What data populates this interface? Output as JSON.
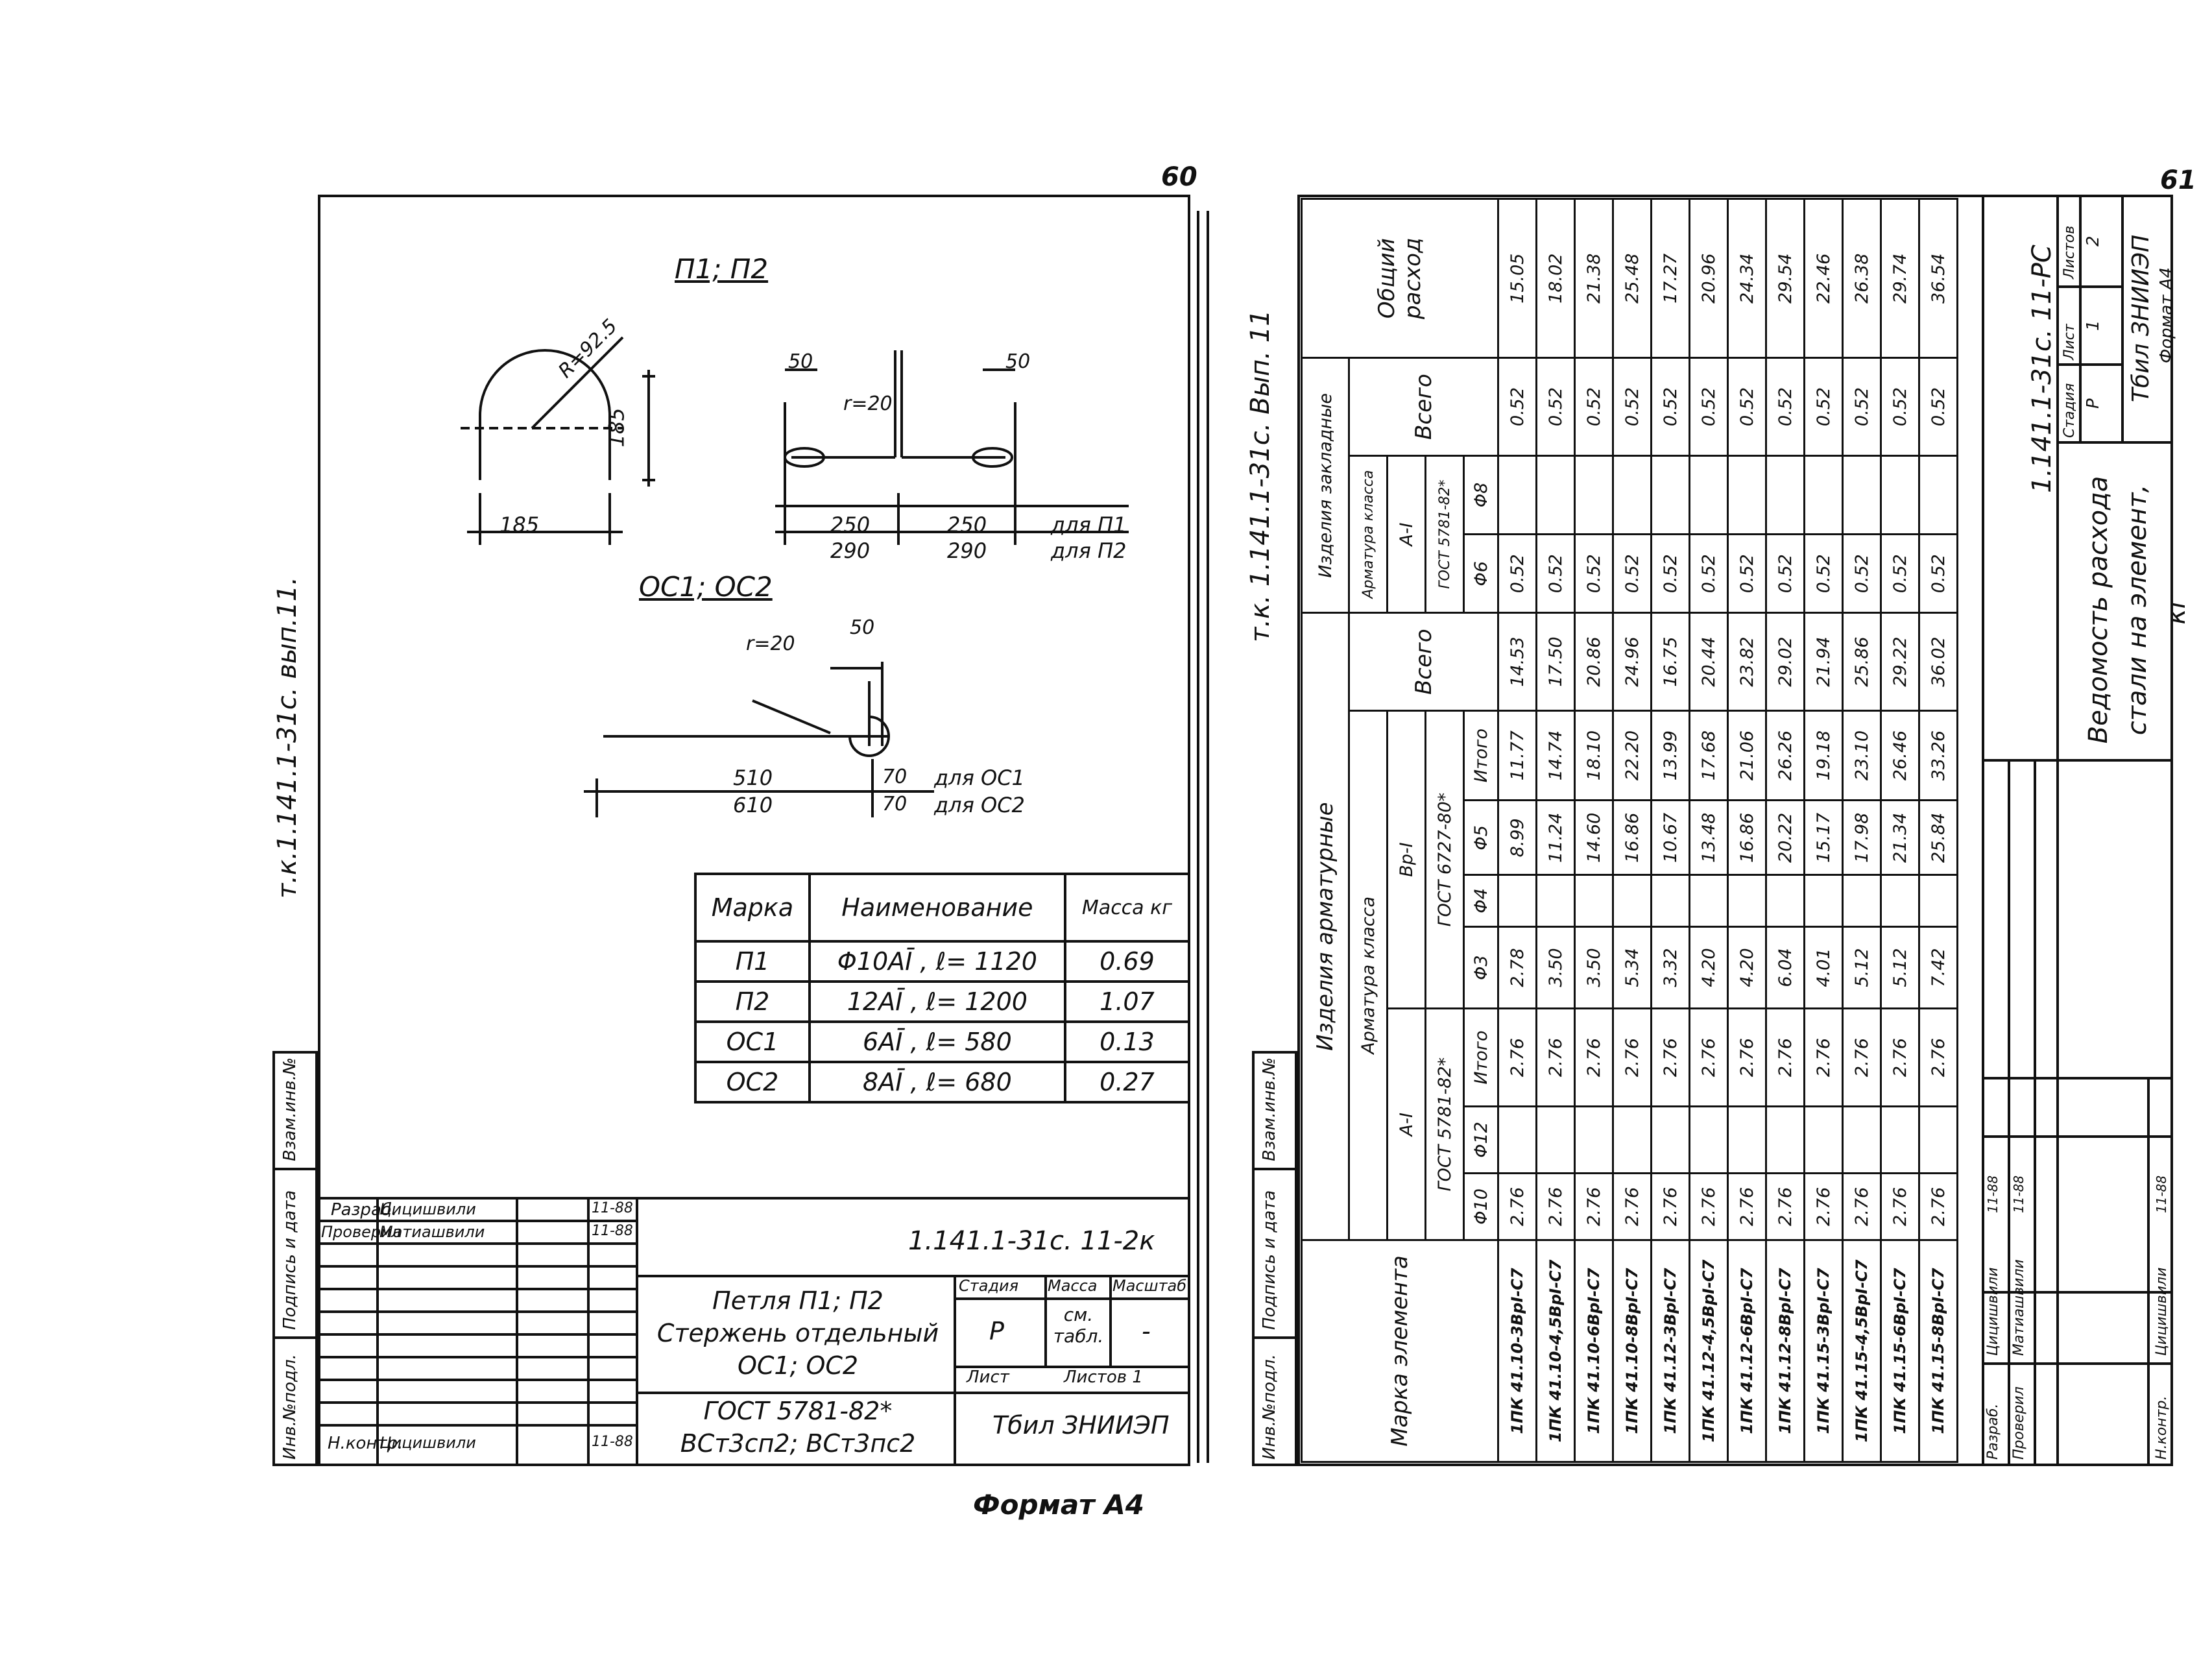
{
  "page_numbers": {
    "left": "60",
    "right": "61"
  },
  "left_sheet": {
    "side_label": "т.к.1.141.1-31с. вып.11.",
    "drawing_p": {
      "title": "П1; П2",
      "radius": "R=92.5",
      "dim_185_v": "185",
      "dim_185_h": "185",
      "dim_50_a": "50",
      "dim_50_b": "50",
      "r20": "r=20",
      "dim_250_a": "250",
      "dim_250_b": "250",
      "dim_290_a": "290",
      "dim_290_b": "290",
      "for_p1": "для П1",
      "for_p2": "для П2"
    },
    "drawing_os": {
      "title": "ОС1; ОС2",
      "r20": "r=20",
      "dim_50": "50",
      "dim_510": "510",
      "dim_610": "610",
      "dim_70_a": "70",
      "dim_70_b": "70",
      "for_os1": "для ОС1",
      "for_os2": "для ОС2"
    },
    "spec_table": {
      "headers": [
        "Марка",
        "Наименование",
        "Масса кг"
      ],
      "rows": [
        {
          "mark": "П1",
          "name": "Φ10AĪ , ℓ= 1120",
          "mass": "0.69"
        },
        {
          "mark": "П2",
          "name": "12AĪ , ℓ= 1200",
          "mass": "1.07"
        },
        {
          "mark": "ОС1",
          "name": "6AĪ , ℓ= 580",
          "mass": "0.13"
        },
        {
          "mark": "ОС2",
          "name": "8AĪ , ℓ= 680",
          "mass": "0.27"
        }
      ]
    },
    "side_stamp": [
      "Инв.№подл.",
      "Подпись и дата",
      "Взам.инв.№"
    ],
    "title_block": {
      "code": "1.141.1-31с. 11-2к",
      "roles": [
        {
          "role": "Разраб.",
          "name": "Цицишвили",
          "date": "11-88"
        },
        {
          "role": "Проверил",
          "name": "Матиашвили",
          "date": "11-88"
        },
        {
          "role": "Н.контр.",
          "name": "Цицишвили",
          "date": "11-88"
        }
      ],
      "item_title": "Петля П1; П2 Стержень отдельный ОС1; ОС2",
      "gost": "ГОСТ 5781-82* ВСт3сп2; ВСт3пс2",
      "stage_header": "Стадия",
      "mass_header": "Масса",
      "scale_header": "Масштаб",
      "stage": "Р",
      "mass": "см. табл.",
      "scale": "-",
      "sheet_label": "Лист",
      "sheets_label": "Листов 1",
      "org": "Тбил ЗНИИЭП"
    },
    "format": "Формат А4"
  },
  "right_sheet": {
    "side_label": "т.к. 1.141.1-31с. Вып. 11",
    "table": {
      "h_mark": "Марка элемента",
      "h_products": "Изделия арматурные",
      "h_rebar_class": "Арматура класса",
      "h_ai": "A-I",
      "h_gost5781": "ГОСТ 5781-82*",
      "h_bpi": "Вр-I",
      "h_gost6727": "ГОСТ 6727-80*",
      "h_all": "Всего",
      "h_embedded": "Изделия закладные",
      "h_rebar_class2": "Арматура класса",
      "h_ai2": "A-I",
      "h_gost5781b": "ГОСТ 5781-82*",
      "h_all2": "Всего",
      "h_total": "Общий расход",
      "diam": [
        "Φ10",
        "Φ12",
        "Итого",
        "Φ3",
        "Φ4",
        "Φ5",
        "Итого",
        "Φ6",
        "Φ8"
      ],
      "rows": [
        [
          "1ПК 41.10-3ВрI-С7",
          "2.76",
          "",
          "2.76",
          "2.78",
          "",
          "8.99",
          "11.77",
          "14.53",
          "0.52",
          "",
          "0.52",
          "15.05"
        ],
        [
          "1ПК 41.10-4,5ВрI-С7",
          "2.76",
          "",
          "2.76",
          "3.50",
          "",
          "11.24",
          "14.74",
          "17.50",
          "0.52",
          "",
          "0.52",
          "18.02"
        ],
        [
          "1ПК 41.10-6ВрI-С7",
          "2.76",
          "",
          "2.76",
          "3.50",
          "",
          "14.60",
          "18.10",
          "20.86",
          "0.52",
          "",
          "0.52",
          "21.38"
        ],
        [
          "1ПК 41.10-8ВрI-С7",
          "2.76",
          "",
          "2.76",
          "5.34",
          "",
          "16.86",
          "22.20",
          "24.96",
          "0.52",
          "",
          "0.52",
          "25.48"
        ],
        [
          "1ПК 41.12-3ВрI-С7",
          "2.76",
          "",
          "2.76",
          "3.32",
          "",
          "10.67",
          "13.99",
          "16.75",
          "0.52",
          "",
          "0.52",
          "17.27"
        ],
        [
          "1ПК 41.12-4,5ВрI-С7",
          "2.76",
          "",
          "2.76",
          "4.20",
          "",
          "13.48",
          "17.68",
          "20.44",
          "0.52",
          "",
          "0.52",
          "20.96"
        ],
        [
          "1ПК 41.12-6ВрI-С7",
          "2.76",
          "",
          "2.76",
          "4.20",
          "",
          "16.86",
          "21.06",
          "23.82",
          "0.52",
          "",
          "0.52",
          "24.34"
        ],
        [
          "1ПК 41.12-8ВрI-С7",
          "2.76",
          "",
          "2.76",
          "6.04",
          "",
          "20.22",
          "26.26",
          "29.02",
          "0.52",
          "",
          "0.52",
          "29.54"
        ],
        [
          "1ПК 41.15-3ВрI-С7",
          "2.76",
          "",
          "2.76",
          "4.01",
          "",
          "15.17",
          "19.18",
          "21.94",
          "0.52",
          "",
          "0.52",
          "22.46"
        ],
        [
          "1ПК 41.15-4,5ВрI-С7",
          "2.76",
          "",
          "2.76",
          "5.12",
          "",
          "17.98",
          "23.10",
          "25.86",
          "0.52",
          "",
          "0.52",
          "26.38"
        ],
        [
          "1ПК 41.15-6ВрI-С7",
          "2.76",
          "",
          "2.76",
          "5.12",
          "",
          "21.34",
          "26.46",
          "29.22",
          "0.52",
          "",
          "0.52",
          "29.74"
        ],
        [
          "1ПК 41.15-8ВрI-С7",
          "2.76",
          "",
          "2.76",
          "7.42",
          "",
          "25.84",
          "33.26",
          "36.02",
          "0.52",
          "",
          "0.52",
          "36.54"
        ]
      ]
    },
    "side_stamp": [
      "Инв.№подл.",
      "Подпись и дата",
      "Взам.инв.№"
    ],
    "title_block": {
      "code": "1.141.1-31с. 11-РС",
      "roles": [
        {
          "role": "Разраб.",
          "name": "Цицишвили",
          "date": "11-88"
        },
        {
          "role": "Проверил",
          "name": "Матиашвили",
          "date": "11-88"
        },
        {
          "role": "Н.контр.",
          "name": "Цицишвили",
          "date": "11-88"
        }
      ],
      "title": "Ведомость расхода стали на элемент, кг",
      "stage_header": "Стадия",
      "sheet_header": "Лист",
      "sheets_header": "Листов",
      "stage": "Р",
      "sheet": "1",
      "sheets": "2",
      "org": "Тбил ЗНИИЭП",
      "format": "Формат А4"
    }
  }
}
